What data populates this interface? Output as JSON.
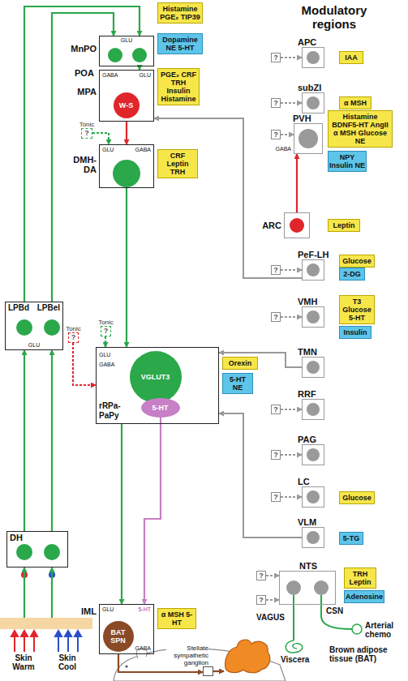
{
  "diagram": {
    "nodes": [
      {
        "text": [
          "MnPO",
          "GLU"
        ]
      },
      {
        "text": [
          "Histamine PGE₂ TIP39"
        ]
      },
      {
        "text": [
          "Dopamine NE 5-HT"
        ]
      },
      {
        "text": [
          "MPA",
          "GABA",
          "GLU"
        ]
      },
      {
        "text": [
          "W-S"
        ],
        "in": 3
      },
      {
        "text": [
          "PGE₂ CRF TRH Insulin Histamine"
        ]
      },
      {
        "text": [
          "Tonic",
          "?"
        ]
      },
      {
        "text": [
          "DMH-DA",
          "GLU",
          "GABA"
        ]
      },
      {
        "text": [
          "CRF Leptin TRH"
        ]
      },
      {
        "text": [
          "LPBd",
          "LPBel",
          "GLU"
        ]
      },
      {
        "text": [
          "Tonic",
          "?"
        ]
      },
      {
        "text": [
          "Tonic",
          "?"
        ]
      },
      {
        "text": [
          "rRPa-PaPy",
          "GLU",
          "GABA"
        ]
      },
      {
        "text": [
          "VGLUT3"
        ],
        "in": 12
      },
      {
        "text": [
          "5-HT"
        ],
        "in": 12
      },
      {
        "text": [
          "Orexin"
        ]
      },
      {
        "text": [
          "5-HT NE"
        ]
      },
      {
        "text": [
          "DH"
        ]
      },
      {
        "text": [
          "IML",
          "GLU",
          "5-HT",
          "GABA"
        ]
      },
      {
        "text": [
          "BAT SPN"
        ],
        "in": 18
      },
      {
        "text": [
          "α MSH 5-HT"
        ]
      },
      {
        "text": [
          "Skin Warm",
          "Skin Cool"
        ]
      },
      {
        "text": [
          "Stellate sympathetic ganglion"
        ]
      },
      {
        "text": [
          "Brown adipose tissue (BAT)"
        ]
      },
      {
        "text": [
          "?"
        ]
      },
      {
        "text": [
          "APC"
        ]
      },
      {
        "text": [
          "IAA"
        ]
      },
      {
        "text": [
          "?"
        ]
      },
      {
        "text": [
          "subZI"
        ]
      },
      {
        "text": [
          "α MSH"
        ]
      },
      {
        "text": [
          "?"
        ]
      },
      {
        "text": [
          "PVH",
          "GABA"
        ]
      },
      {
        "text": [
          "Histamine BDNF5-HT AngII α MSH Glucose NE"
        ]
      },
      {
        "text": [
          "NPY Insulin NE"
        ]
      },
      {
        "text": [
          "ARC"
        ]
      },
      {
        "text": [
          "Leptin"
        ]
      },
      {
        "text": [
          "?"
        ]
      },
      {
        "text": [
          "PeF-LH"
        ]
      },
      {
        "text": [
          "Glucose"
        ]
      },
      {
        "text": [
          "2-DG"
        ]
      },
      {
        "text": [
          "?"
        ]
      },
      {
        "text": [
          "VMH"
        ]
      },
      {
        "text": [
          "T3 Glucose 5-HT"
        ]
      },
      {
        "text": [
          "Insulin"
        ]
      },
      {
        "text": [
          "TMN"
        ]
      },
      {
        "text": [
          "?"
        ]
      },
      {
        "text": [
          "RRF"
        ]
      },
      {
        "text": [
          "?"
        ]
      },
      {
        "text": [
          "PAG"
        ]
      },
      {
        "text": [
          "?"
        ]
      },
      {
        "text": [
          "LC"
        ]
      },
      {
        "text": [
          "Glucose"
        ]
      },
      {
        "text": [
          "VLM"
        ]
      },
      {
        "text": [
          "5-TG"
        ]
      },
      {
        "text": [
          "?"
        ]
      },
      {
        "text": [
          "?"
        ]
      },
      {
        "text": [
          "NTS"
        ]
      },
      {
        "text": [
          "TRH Leptin"
        ]
      },
      {
        "text": [
          "Adenosine"
        ]
      }
    ],
    "edges": [
      {
        "from": 21,
        "to": 17,
        "arrow": "to"
      },
      {
        "from": 21,
        "to": 17,
        "arrow": "to"
      },
      {
        "from": 17,
        "to": 9,
        "arrow": "to"
      },
      {
        "from": 17,
        "to": 9,
        "arrow": "to"
      },
      {
        "from": 9,
        "to": 0,
        "arrow": "to"
      },
      {
        "from": 9,
        "to": 0,
        "arrow": "to"
      },
      {
        "from": 0,
        "to": 3,
        "arrow": "to"
      },
      {
        "from": 3,
        "to": 7,
        "arrow": "to"
      },
      {
        "from": 6,
        "to": 7,
        "arrow": "to"
      },
      {
        "from": 7,
        "to": 12,
        "arrow": "to"
      },
      {
        "from": 10,
        "to": 12,
        "arrow": "to"
      },
      {
        "from": 11,
        "to": 12,
        "arrow": "to"
      },
      {
        "from": 12,
        "to": 18,
        "arrow": "to"
      },
      {
        "from": 14,
        "to": 18,
        "arrow": "to"
      },
      {
        "from": 18,
        "to": 22,
        "arrow": "to"
      },
      {
        "from": 22,
        "to": 23,
        "arrow": "to"
      },
      {
        "from": 37,
        "to": 3,
        "arrow": "to"
      },
      {
        "from": 44,
        "to": 12,
        "arrow": "to"
      },
      {
        "from": 52,
        "to": 12,
        "arrow": "to"
      },
      {
        "from": 34,
        "to": 31,
        "arrow": "to"
      },
      {
        "from": 24,
        "to": 25,
        "arrow": "to"
      },
      {
        "from": 27,
        "to": 28,
        "arrow": "to"
      },
      {
        "from": 30,
        "to": 31,
        "arrow": "to"
      },
      {
        "from": 36,
        "to": 37,
        "arrow": "to"
      },
      {
        "from": 40,
        "to": 41,
        "arrow": "to"
      },
      {
        "from": 45,
        "to": 46,
        "arrow": "to"
      },
      {
        "from": 47,
        "to": 48,
        "arrow": "to"
      },
      {
        "from": 49,
        "to": 50,
        "arrow": "to"
      },
      {
        "from": 54,
        "to": 56,
        "arrow": "to"
      },
      {
        "from": 55,
        "to": 56,
        "arrow": "to"
      }
    ],
    "labels": [
      "POA",
      "Modulatory regions",
      "VAGUS",
      "CSN",
      "Viscera",
      "Arterial chemo"
    ]
  }
}
